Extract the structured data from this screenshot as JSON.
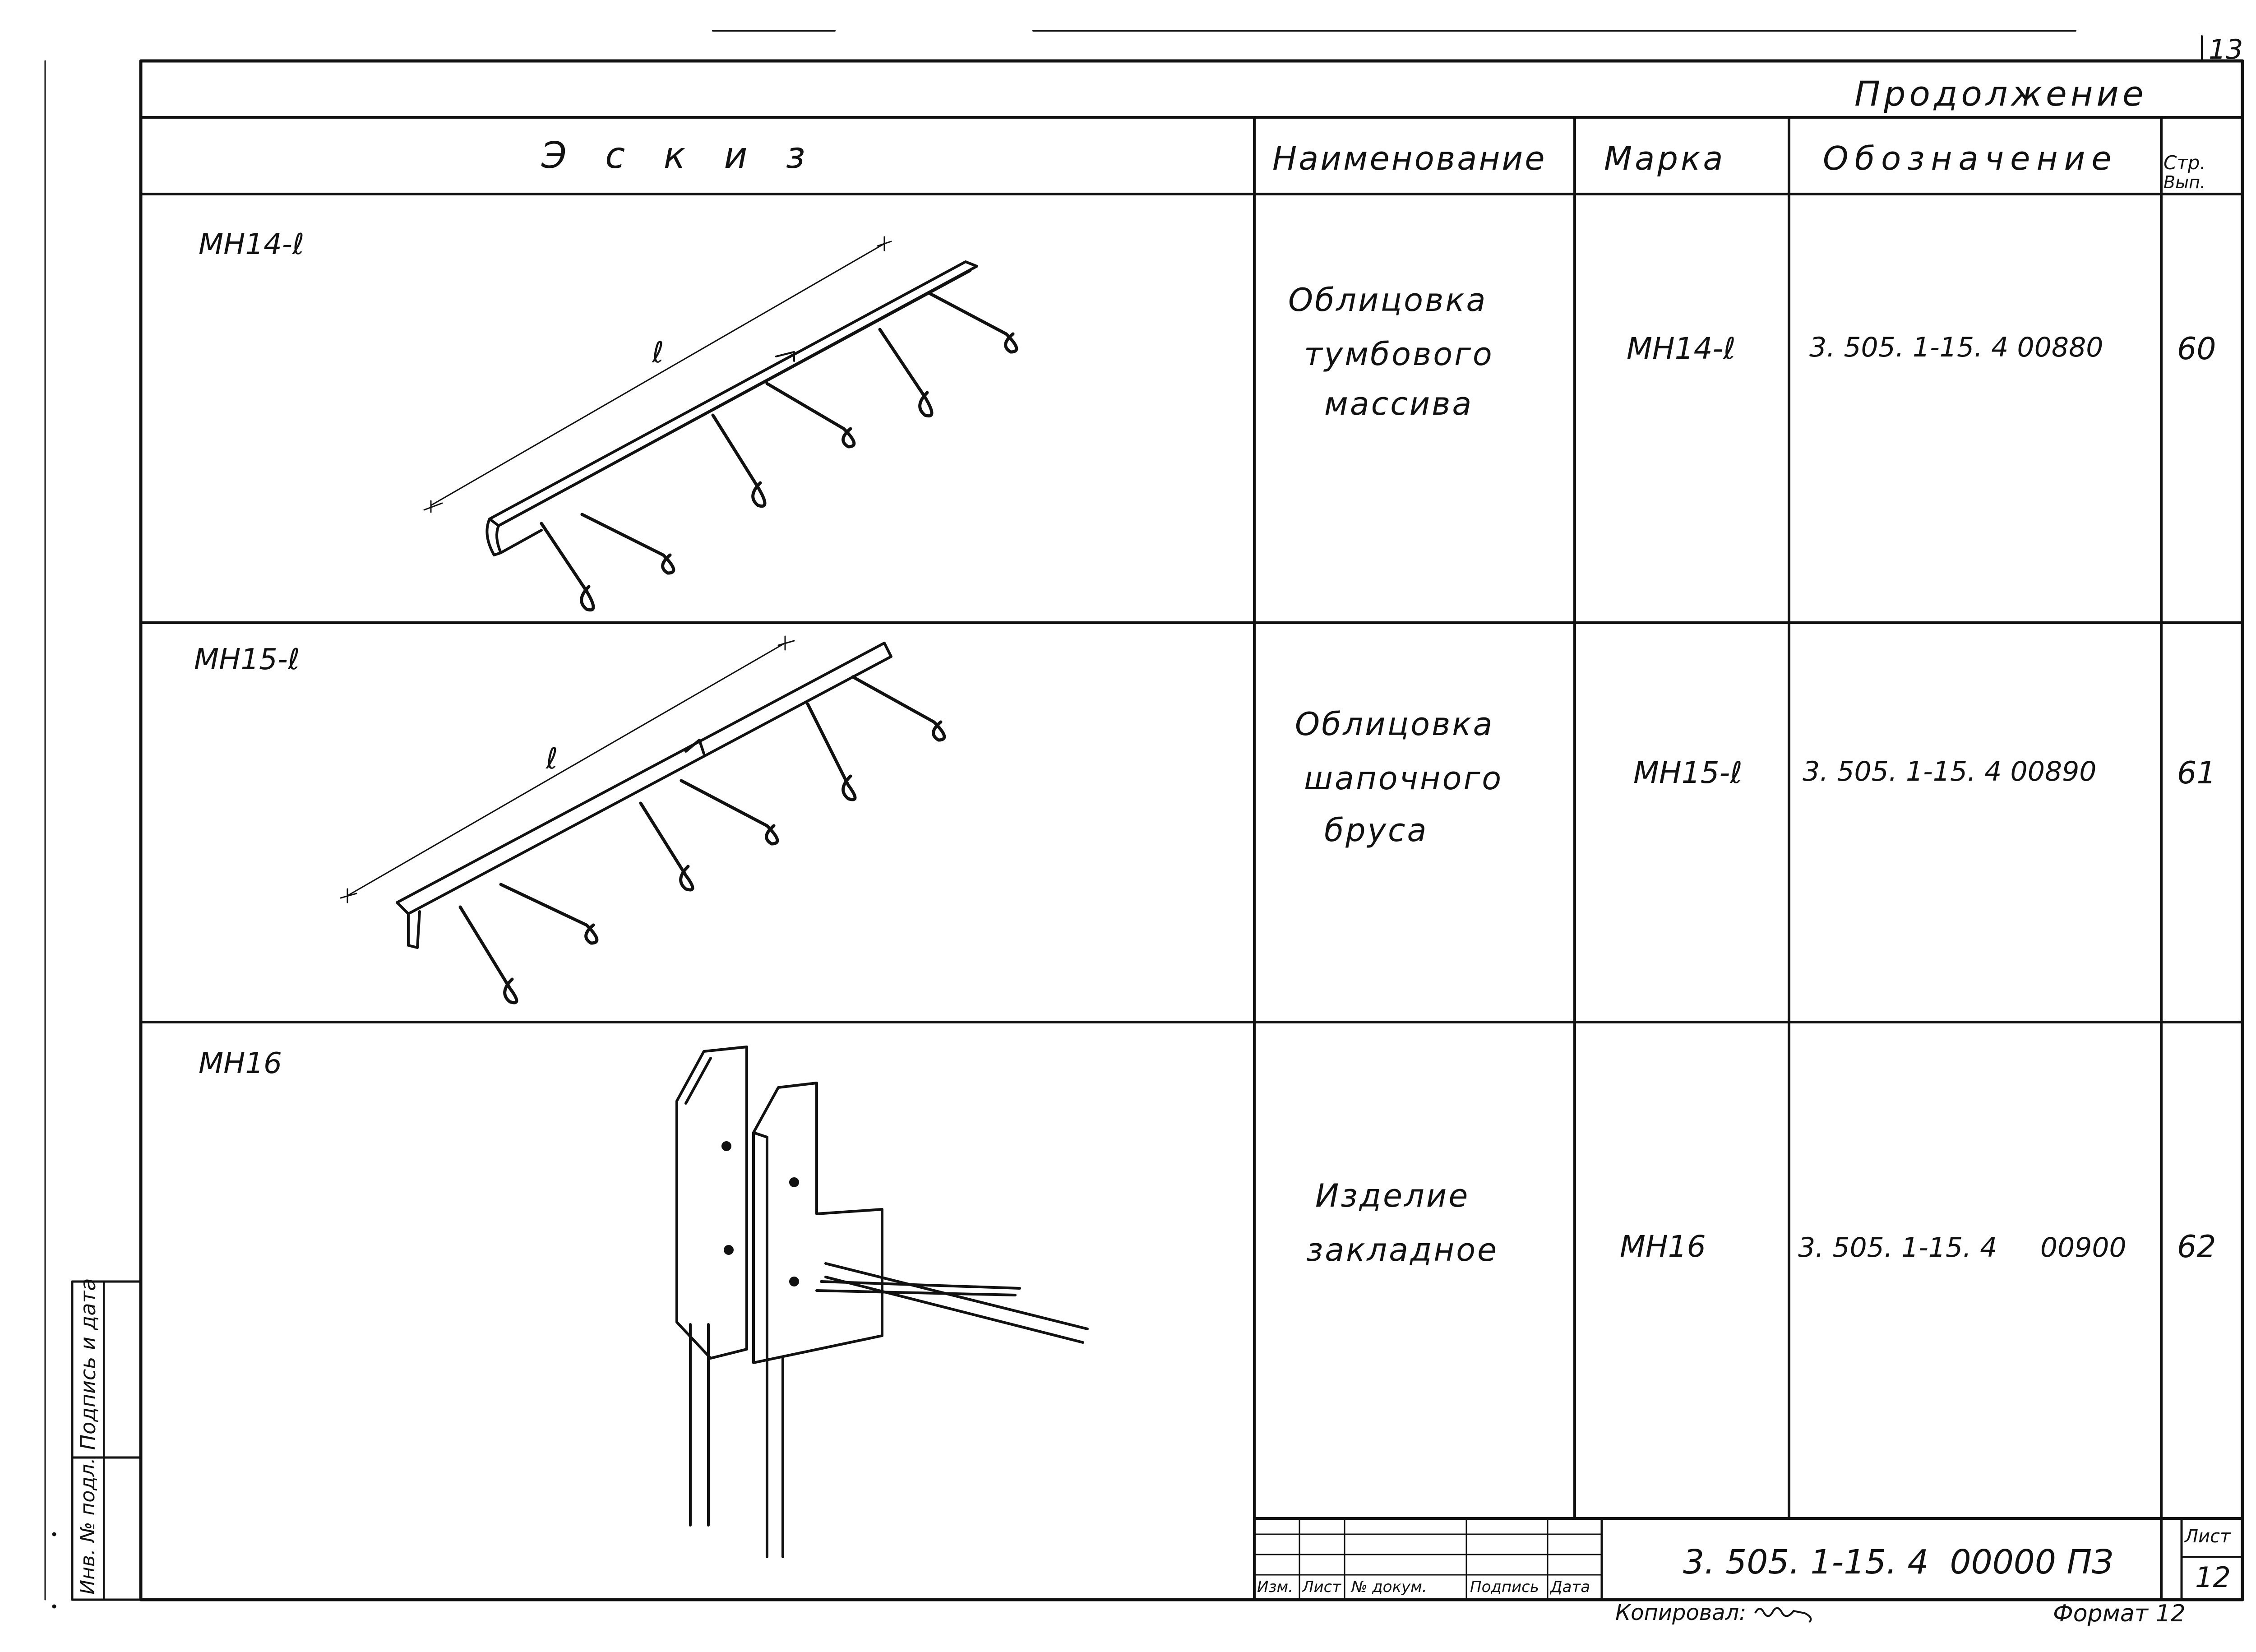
{
  "page_corner_number": "13",
  "continuation_label": "Продолжение",
  "headers": {
    "sketch": "Э с к и з",
    "name": "Наименование",
    "mark": "Марка",
    "designation": "Обозначение",
    "page": "Стр.",
    "issue": "Вып."
  },
  "rows": [
    {
      "sketch_label": "МН14-ℓ",
      "dim_label": "ℓ",
      "name_lines": [
        "Облицовка",
        "тумбового",
        "массива"
      ],
      "mark": "МН14-ℓ",
      "designation": "3. 505. 1-15. 4 00880",
      "page": "60"
    },
    {
      "sketch_label": "МН15-ℓ",
      "dim_label": "ℓ",
      "name_lines": [
        "Облицовка",
        "шапочного",
        "бруса"
      ],
      "mark": "МН15-ℓ",
      "designation": "3. 505. 1-15. 4 00890",
      "page": "61"
    },
    {
      "sketch_label": "МН16",
      "dim_label": "",
      "name_lines": [
        "Изделие",
        "закладное"
      ],
      "mark": "МН16",
      "designation": "3. 505. 1-15. 4     00900",
      "page": "62"
    }
  ],
  "stamp": {
    "doc_code": "3. 505. 1-15. 4  00000 ПЗ",
    "sheet_label": "Лист",
    "sheet_number": "12",
    "cols": [
      "Изм.",
      "Лист",
      "№ докум.",
      "Подпись",
      "Дата"
    ]
  },
  "footer": {
    "copied_by_label": "Копировал:",
    "format_label": "Формат 12"
  },
  "side_labels": {
    "signature_date": "Подпись и дата",
    "inv_no": "Инв. № подл."
  }
}
